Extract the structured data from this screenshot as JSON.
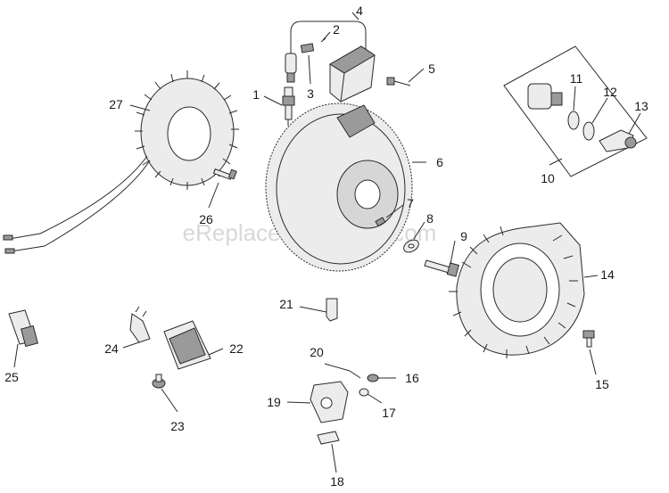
{
  "watermark": "eReplacementParts.com",
  "callouts": {
    "c1": "1",
    "c2": "2",
    "c3": "3",
    "c4": "4",
    "c5": "5",
    "c6": "6",
    "c7": "7",
    "c8": "8",
    "c9": "9",
    "c10": "10",
    "c11": "11",
    "c12": "12",
    "c13": "13",
    "c14": "14",
    "c15": "15",
    "c16": "16",
    "c17": "17",
    "c18": "18",
    "c19": "19",
    "c20": "20",
    "c21": "21",
    "c22": "22",
    "c23": "23",
    "c24": "24",
    "c25": "25",
    "c26": "26",
    "c27": "27"
  },
  "colors": {
    "outline": "#2a2a2a",
    "part_fill": "#ececec",
    "shade": "#9a9a9a",
    "watermark": "#d8d8d8"
  }
}
